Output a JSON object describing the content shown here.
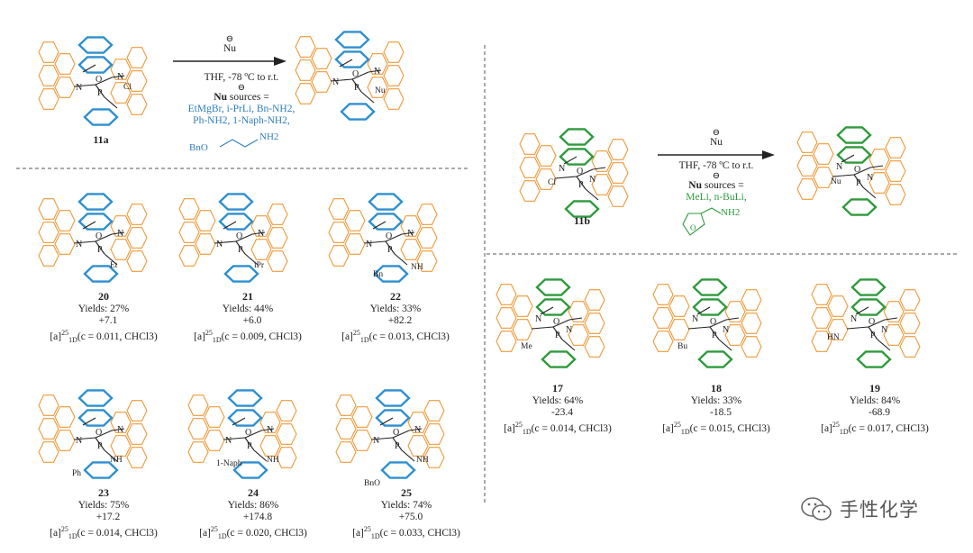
{
  "colors": {
    "blue": "#2e8fcf",
    "orange": "#ef9a3a",
    "green": "#2e9a3c",
    "black": "#222222",
    "sources_blue": "#2e7fc0"
  },
  "left_scheme": {
    "start_label": "11a",
    "start_subst": "Cl",
    "nu_reagent": "Nu",
    "conditions": "THF, -78 ºC to r.t.",
    "sources_bold": "Nu",
    "sources_rest": " sources =",
    "sources_lines": [
      "EtMgBr, i-PrLi, Bn-NH2,",
      "Ph-NH2, 1-Naph-NH2,"
    ],
    "diamine_left": "BnO",
    "diamine_right": "NH2",
    "product_subst": "Nu"
  },
  "right_scheme": {
    "start_label": "11b",
    "start_subst": "Cl",
    "nu_reagent": "Nu",
    "conditions": "THF, -78 ºC to r.t.",
    "sources_bold": "Nu",
    "sources_rest": " sources =",
    "sources_lines": [
      "MeLi, n-BuLi,"
    ],
    "furfuryl_amine": "NH2",
    "product_subst": "Nu"
  },
  "compounds": [
    {
      "id": "20",
      "subst": "Et",
      "yield": "Yields: 27%",
      "rotation": "+7.1",
      "conditions": "(c = 0.011, CHCl3)"
    },
    {
      "id": "21",
      "subst": "iPr",
      "yield": "Yields: 44%",
      "rotation": "+6.0",
      "conditions": "(c = 0.009, CHCl3)"
    },
    {
      "id": "22",
      "subst": "NH",
      "extra": "Bn",
      "yield": "Yields: 33%",
      "rotation": "+82.2",
      "conditions": "(c = 0.013, CHCl3)"
    },
    {
      "id": "23",
      "subst": "NH",
      "extra": "Ph",
      "yield": "Yields: 75%",
      "rotation": "+17.2",
      "conditions": "(c = 0.014, CHCl3)"
    },
    {
      "id": "24",
      "subst": "NH",
      "extra": "1-Naph",
      "yield": "Yields: 86%",
      "rotation": "+174.8",
      "conditions": "(c = 0.020, CHCl3)"
    },
    {
      "id": "25",
      "subst": "NH",
      "extra": "BnO",
      "yield": "Yields: 74%",
      "rotation": "+75.0",
      "conditions": "(c = 0.033, CHCl3)"
    },
    {
      "id": "17",
      "subst": "Me",
      "yield": "Yields: 64%",
      "rotation": "-23.4",
      "conditions": "(c = 0.014, CHCl3)"
    },
    {
      "id": "18",
      "subst": "Bu",
      "yield": "Yields: 33%",
      "rotation": "-18.5",
      "conditions": "(c = 0.015, CHCl3)"
    },
    {
      "id": "19",
      "subst": "HN",
      "yield": "Yields: 84%",
      "rotation": "-68.9",
      "conditions": "(c = 0.017, CHCl3)"
    }
  ],
  "rotation_prefix": "[a]",
  "rotation_sup": "25",
  "rotation_sub": "1D",
  "watermark": "手性化学"
}
